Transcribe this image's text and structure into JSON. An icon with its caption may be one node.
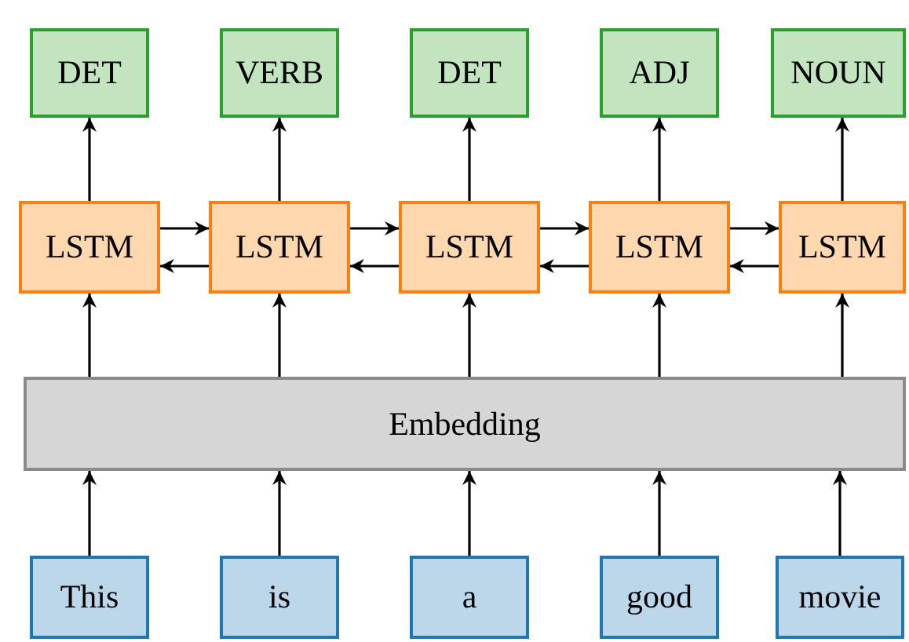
{
  "diagram": {
    "nodes": [
      {
        "text": [
          "DET"
        ]
      },
      {
        "text": [
          "VERB"
        ]
      },
      {
        "text": [
          "DET"
        ]
      },
      {
        "text": [
          "ADJ"
        ]
      },
      {
        "text": [
          "NOUN"
        ]
      },
      {
        "text": [
          "LSTM"
        ]
      },
      {
        "text": [
          "LSTM"
        ]
      },
      {
        "text": [
          "LSTM"
        ]
      },
      {
        "text": [
          "LSTM"
        ]
      },
      {
        "text": [
          "LSTM"
        ]
      },
      {
        "text": [
          "Embedding"
        ]
      },
      {
        "text": [
          "This"
        ]
      },
      {
        "text": [
          "is"
        ]
      },
      {
        "text": [
          "a"
        ]
      },
      {
        "text": [
          "good"
        ]
      },
      {
        "text": [
          "movie"
        ]
      }
    ],
    "edges": [
      {
        "from": 11,
        "to": 10,
        "arrow": "to"
      },
      {
        "from": 12,
        "to": 10,
        "arrow": "to"
      },
      {
        "from": 13,
        "to": 10,
        "arrow": "to"
      },
      {
        "from": 14,
        "to": 10,
        "arrow": "to"
      },
      {
        "from": 15,
        "to": 10,
        "arrow": "to"
      },
      {
        "from": 10,
        "to": 5,
        "arrow": "to"
      },
      {
        "from": 10,
        "to": 6,
        "arrow": "to"
      },
      {
        "from": 10,
        "to": 7,
        "arrow": "to"
      },
      {
        "from": 10,
        "to": 8,
        "arrow": "to"
      },
      {
        "from": 10,
        "to": 9,
        "arrow": "to"
      },
      {
        "from": 5,
        "to": 0,
        "arrow": "to"
      },
      {
        "from": 6,
        "to": 1,
        "arrow": "to"
      },
      {
        "from": 7,
        "to": 2,
        "arrow": "to"
      },
      {
        "from": 8,
        "to": 3,
        "arrow": "to"
      },
      {
        "from": 9,
        "to": 4,
        "arrow": "to"
      },
      {
        "from": 5,
        "to": 6,
        "arrow": "to"
      },
      {
        "from": 6,
        "to": 7,
        "arrow": "to"
      },
      {
        "from": 7,
        "to": 8,
        "arrow": "to"
      },
      {
        "from": 8,
        "to": 9,
        "arrow": "to"
      },
      {
        "from": 6,
        "to": 5,
        "arrow": "to"
      },
      {
        "from": 7,
        "to": 6,
        "arrow": "to"
      },
      {
        "from": 8,
        "to": 7,
        "arrow": "to"
      },
      {
        "from": 9,
        "to": 8,
        "arrow": "to"
      }
    ]
  }
}
